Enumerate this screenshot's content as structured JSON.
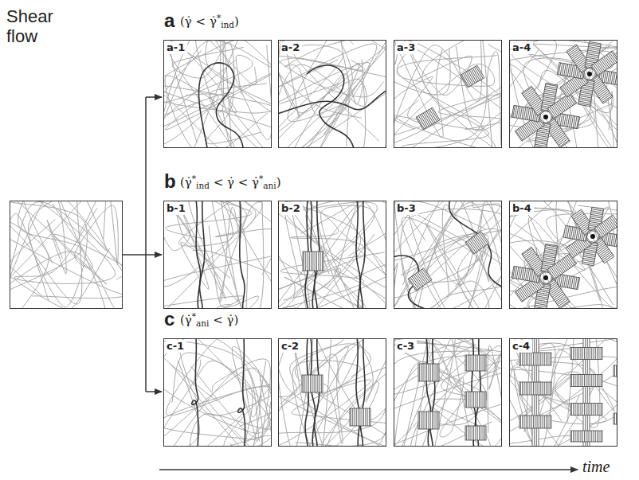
{
  "diagram": {
    "nodes": [
      {
        "text": [
          "a-1"
        ]
      },
      {
        "text": [
          "a-2"
        ]
      },
      {
        "text": [
          "a-3"
        ]
      },
      {
        "text": [
          "a-4"
        ]
      },
      {
        "text": [
          "b-1"
        ]
      },
      {
        "text": [
          "b-2"
        ]
      },
      {
        "text": [
          "b-3"
        ]
      },
      {
        "text": [
          "b-4"
        ]
      },
      {
        "text": [
          "c-1"
        ]
      },
      {
        "text": [
          "c-2"
        ]
      },
      {
        "text": [
          "c-3"
        ]
      },
      {
        "text": [
          "c-4"
        ]
      }
    ],
    "labels": [
      "Shear flow",
      "a",
      "(γ̇ < γ̇*ind)",
      "b",
      "(γ̇*ind < γ̇ < γ̇*ani)",
      "c",
      "(γ̇*ani < γ̇)",
      "time"
    ]
  }
}
